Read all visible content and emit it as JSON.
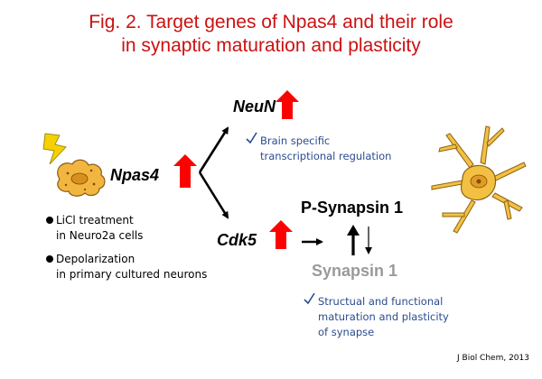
{
  "title": {
    "line1": "Fig. 2. Target genes of Npas4 and their role",
    "line2": "in synaptic maturation and plasticity"
  },
  "nodes": {
    "npas4": "Npas4",
    "neun": "NeuN",
    "cdk5": "Cdk5",
    "p_synapsin": "P-Synapsin 1",
    "synapsin": "Synapsin 1"
  },
  "notes": {
    "brain_line1": "Brain specific",
    "brain_line2": "transcriptional regulation",
    "synapse_line1": "Structual and functional",
    "synapse_line2": "maturation and plasticity",
    "synapse_line3": "of synapse"
  },
  "conditions": {
    "item1_line1": "LiCl treatment",
    "item1_line2": "in Neuro2a cells",
    "item2_line1": "Depolarization",
    "item2_line2": "in primary cultured neurons"
  },
  "citation": "J Biol Chem, 2013",
  "icons": [
    "lightning-icon",
    "cell-icon",
    "neuron-icon",
    "check-icon",
    "up-arrow-icon"
  ],
  "colors": {
    "title": "#cc1111",
    "up_arrow": "#ff0000",
    "note_text": "#2a4c8f",
    "synapsin_gray": "#9a9a9a"
  }
}
